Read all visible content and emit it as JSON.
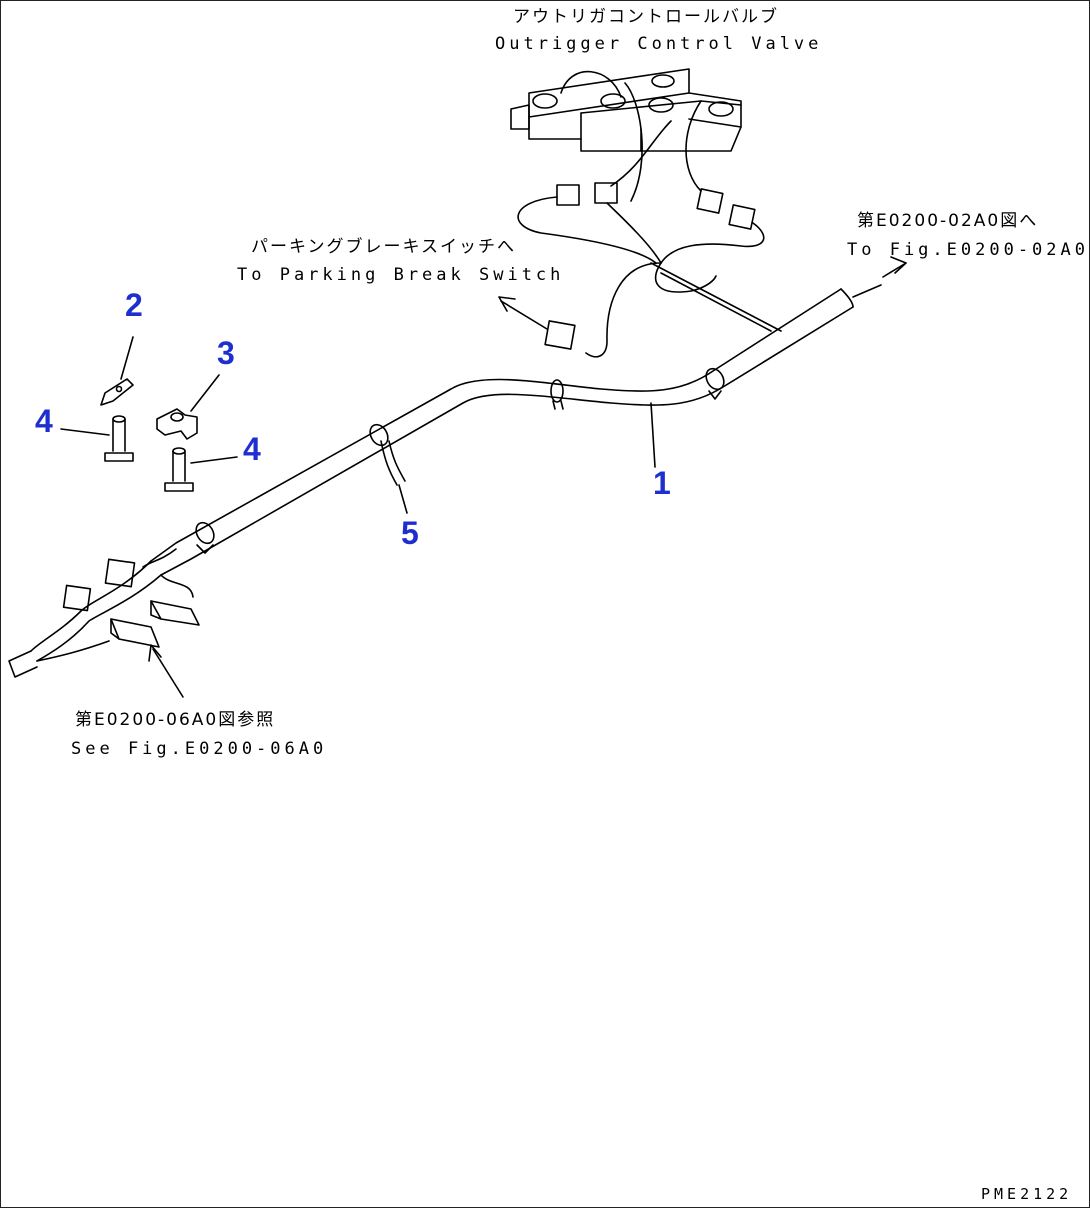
{
  "labels": {
    "outrigger_jp": "アウトリガコントロールバルブ",
    "outrigger_en": "Outrigger Control Valve",
    "parking_jp": "パーキングブレーキスイッチへ",
    "parking_en": "To Parking Break Switch",
    "fig02_jp": "第E0200-02A0図へ",
    "fig02_en": "To Fig.E0200-02A0",
    "fig06_jp": "第E0200-06A0図参照",
    "fig06_en": "See Fig.E0200-06A0",
    "code": "PME2122"
  },
  "callouts": {
    "c1": "1",
    "c2": "2",
    "c3": "3",
    "c4a": "4",
    "c4b": "4",
    "c5": "5"
  },
  "colors": {
    "line": "#000000",
    "callout": "#1f2fcf",
    "background": "#ffffff"
  }
}
